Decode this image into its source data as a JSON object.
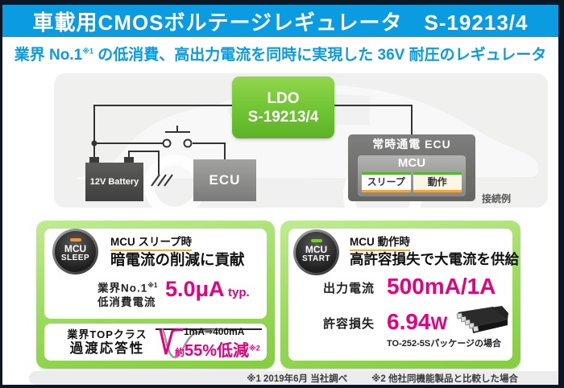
{
  "header": {
    "title": "車載用CMOSボルテージレギュレータ　S-19213/4"
  },
  "subtitle": {
    "lead": "業界 No.1",
    "sup": "※1",
    "rest": " の低消費、高出力電流を同時に実現した 36V 耐圧のレギュレータ"
  },
  "diagram": {
    "ldo_line1": "LDO",
    "ldo_line2": "S-19213/4",
    "battery": "12V Battery",
    "ecu": "ECU",
    "always_on_ecu": "常時通電 ECU",
    "mcu": "MCU",
    "tab_sleep": "スリープ",
    "tab_active": "動作",
    "caption": "接続例"
  },
  "sleep_panel": {
    "button_line1": "MCU",
    "button_line2": "SLEEP",
    "title": "MCU スリープ時",
    "headline": "暗電流の削減に貢献",
    "metric_label1": "業界No.1",
    "metric_label1_sup": "※1",
    "metric_label2": "低消費電流",
    "metric_value": "5.0μA",
    "metric_suffix": "typ.",
    "transient_label1": "業界TOPクラス",
    "transient_label2": "過渡応答性",
    "transient_condition": "1mA⇒400mA",
    "transient_approx": "約",
    "transient_result": "55%低減",
    "transient_sup": "※2"
  },
  "start_panel": {
    "button_line1": "MCU",
    "button_line2": "START",
    "title": "MCU 動作時",
    "headline": "高許容損失で大電流を供給",
    "metric1_label": "出力電流",
    "metric1_value": "500mA/1A",
    "metric2_label": "許容損失",
    "metric2_value": "6.94",
    "metric2_unit": "W",
    "metric2_note": "TO-252-5Sパッケージの場合"
  },
  "footnotes": {
    "note1": "※1  2019年6月 当社調べ",
    "note2": "※2  他社同機能製品と比較した場合"
  },
  "colors": {
    "accent_blue": "#0A9BE0",
    "magenta": "#E5007F",
    "ldo_green": "#6FC432",
    "panel_green": "#9AD95B",
    "underline_orange": "#F5A937",
    "frame_dark": "#0D1624"
  }
}
